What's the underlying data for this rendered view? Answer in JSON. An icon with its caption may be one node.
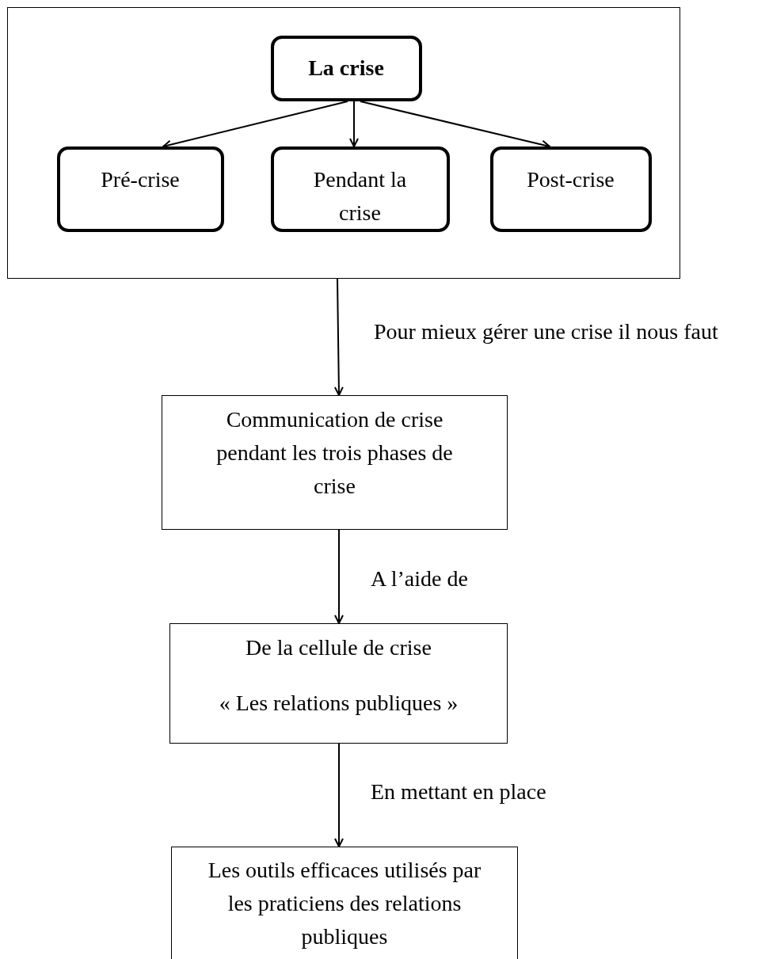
{
  "diagram": {
    "nodes": [
      {
        "text": [],
        "shape": "box"
      },
      {
        "text": [
          "La crise"
        ],
        "in": 0
      },
      {
        "text": [
          "Pré-crise"
        ],
        "in": 0
      },
      {
        "text": [
          "Pendant la crise"
        ],
        "in": 0
      },
      {
        "text": [
          "Post-crise"
        ],
        "in": 0
      },
      {
        "text": [
          "Communication de crise pendant les trois phases de crise"
        ]
      },
      {
        "text": [
          "De la cellule de crise",
          "« Les relations publiques »"
        ]
      },
      {
        "text": [
          "Les outils efficaces utilisés par les praticiens des relations publiques"
        ]
      }
    ],
    "edges": [
      {
        "from": 1,
        "to": 2,
        "arrow": "to"
      },
      {
        "from": 1,
        "to": 3,
        "arrow": "to"
      },
      {
        "from": 1,
        "to": 4,
        "arrow": "to"
      },
      {
        "from": 0,
        "to": 5,
        "arrow": "to",
        "label": "Pour mieux gérer une crise il nous faut"
      },
      {
        "from": 5,
        "to": 6,
        "arrow": "to",
        "label": "A l’aide de"
      },
      {
        "from": 6,
        "to": 7,
        "arrow": "to",
        "label": "En mettant en place"
      }
    ]
  }
}
